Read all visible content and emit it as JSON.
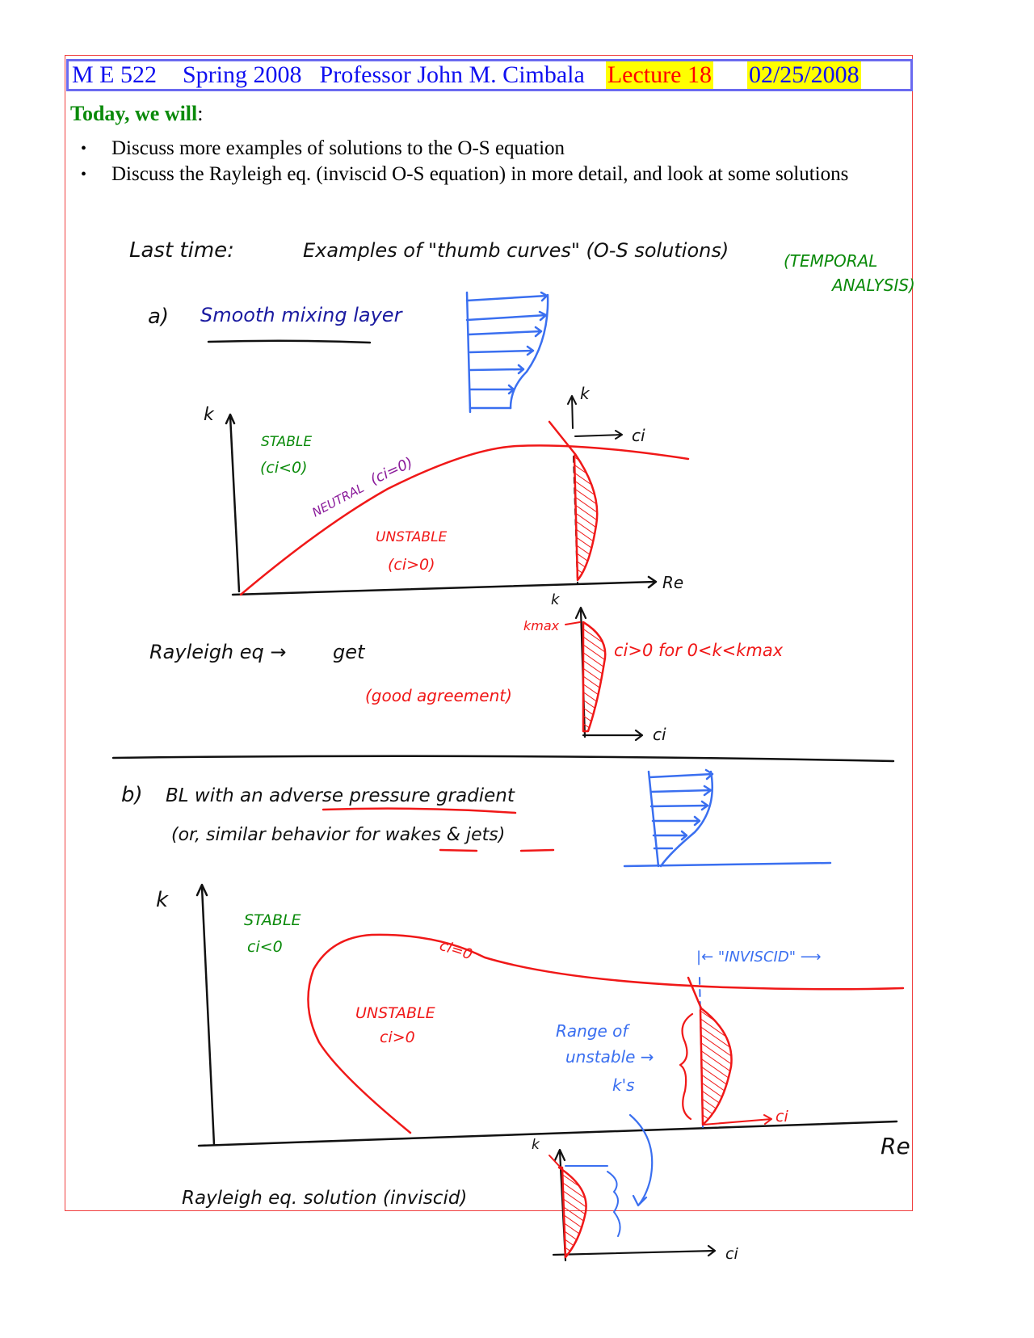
{
  "header": {
    "course": "M E 522",
    "term": "Spring 2008",
    "professor": "Professor John M. Cimbala",
    "lecture": "Lecture 18",
    "date": "02/25/2008"
  },
  "today": {
    "heading": "Today, we will",
    "colon": ":",
    "items": [
      "Discuss more examples of solutions to the O-S equation",
      "Discuss the Rayleigh eq. (inviscid O-S equation) in more detail, and look at some solutions"
    ]
  },
  "notes": {
    "last_time": "Last time:",
    "examples": "Examples of \"thumb curves\" (O-S solutions)",
    "temporal": "(TEMPORAL",
    "analysis": "ANALYSIS)",
    "part_a": {
      "label": "a)",
      "title": "Smooth mixing layer",
      "k_axis": "k",
      "re_axis": "Re",
      "stable": "STABLE",
      "stable_cond": "(ci<0)",
      "neutral": "NEUTRAL",
      "neutral_cond": "(ci=0)",
      "unstable": "UNSTABLE",
      "unstable_cond": "(ci>0)",
      "inset_k": "k",
      "inset_ci": "ci",
      "rayleigh": "Rayleigh eq →",
      "get": "get",
      "agreement": "(good agreement)",
      "kmax": "kmax",
      "ci_cond": "ci>0 for 0<k<kmax",
      "sol_k": "k",
      "sol_ci": "ci"
    },
    "part_b": {
      "label": "b)",
      "title_1": "BL with an adverse pressure gradient",
      "title_2": "(or, similar behavior for wakes & jets)",
      "k_axis": "k",
      "re_axis": "Re",
      "stable": "STABLE",
      "stable_cond": "ci<0",
      "neutral_cond": "ci=0",
      "unstable": "UNSTABLE",
      "unstable_cond": "ci>0",
      "inviscid": "|←  \"INVISCID\"  ⟶",
      "range_1": "Range of",
      "range_2": "unstable →",
      "range_3": "k's",
      "ci": "ci",
      "rayleigh": "Rayleigh eq. solution (inviscid)",
      "sol_k": "k",
      "sol_ci": "ci"
    }
  },
  "colors": {
    "frame": "#f04040",
    "header_border": "#6a6af0",
    "header_text": "#1010f0",
    "highlight": "#ffff00",
    "lecture_text": "#ff0000",
    "green": "#0a8a0a",
    "ink_blue": "#3a6ff0",
    "ink_red": "#f01818",
    "ink_purple": "#8a1a9a"
  }
}
